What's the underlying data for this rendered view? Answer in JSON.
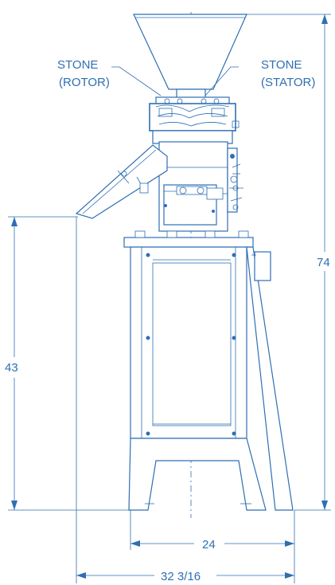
{
  "labels": {
    "rotor_line1": "STONE",
    "rotor_line2": "(ROTOR)",
    "stator_line1": "STONE",
    "stator_line2": "(STATOR)"
  },
  "dimensions": {
    "overall_height": "74",
    "discharge_height": "43",
    "base_width": "24",
    "overall_width": "32 3/16"
  },
  "colors": {
    "line": "#2e6fb3",
    "background": "#ffffff"
  }
}
